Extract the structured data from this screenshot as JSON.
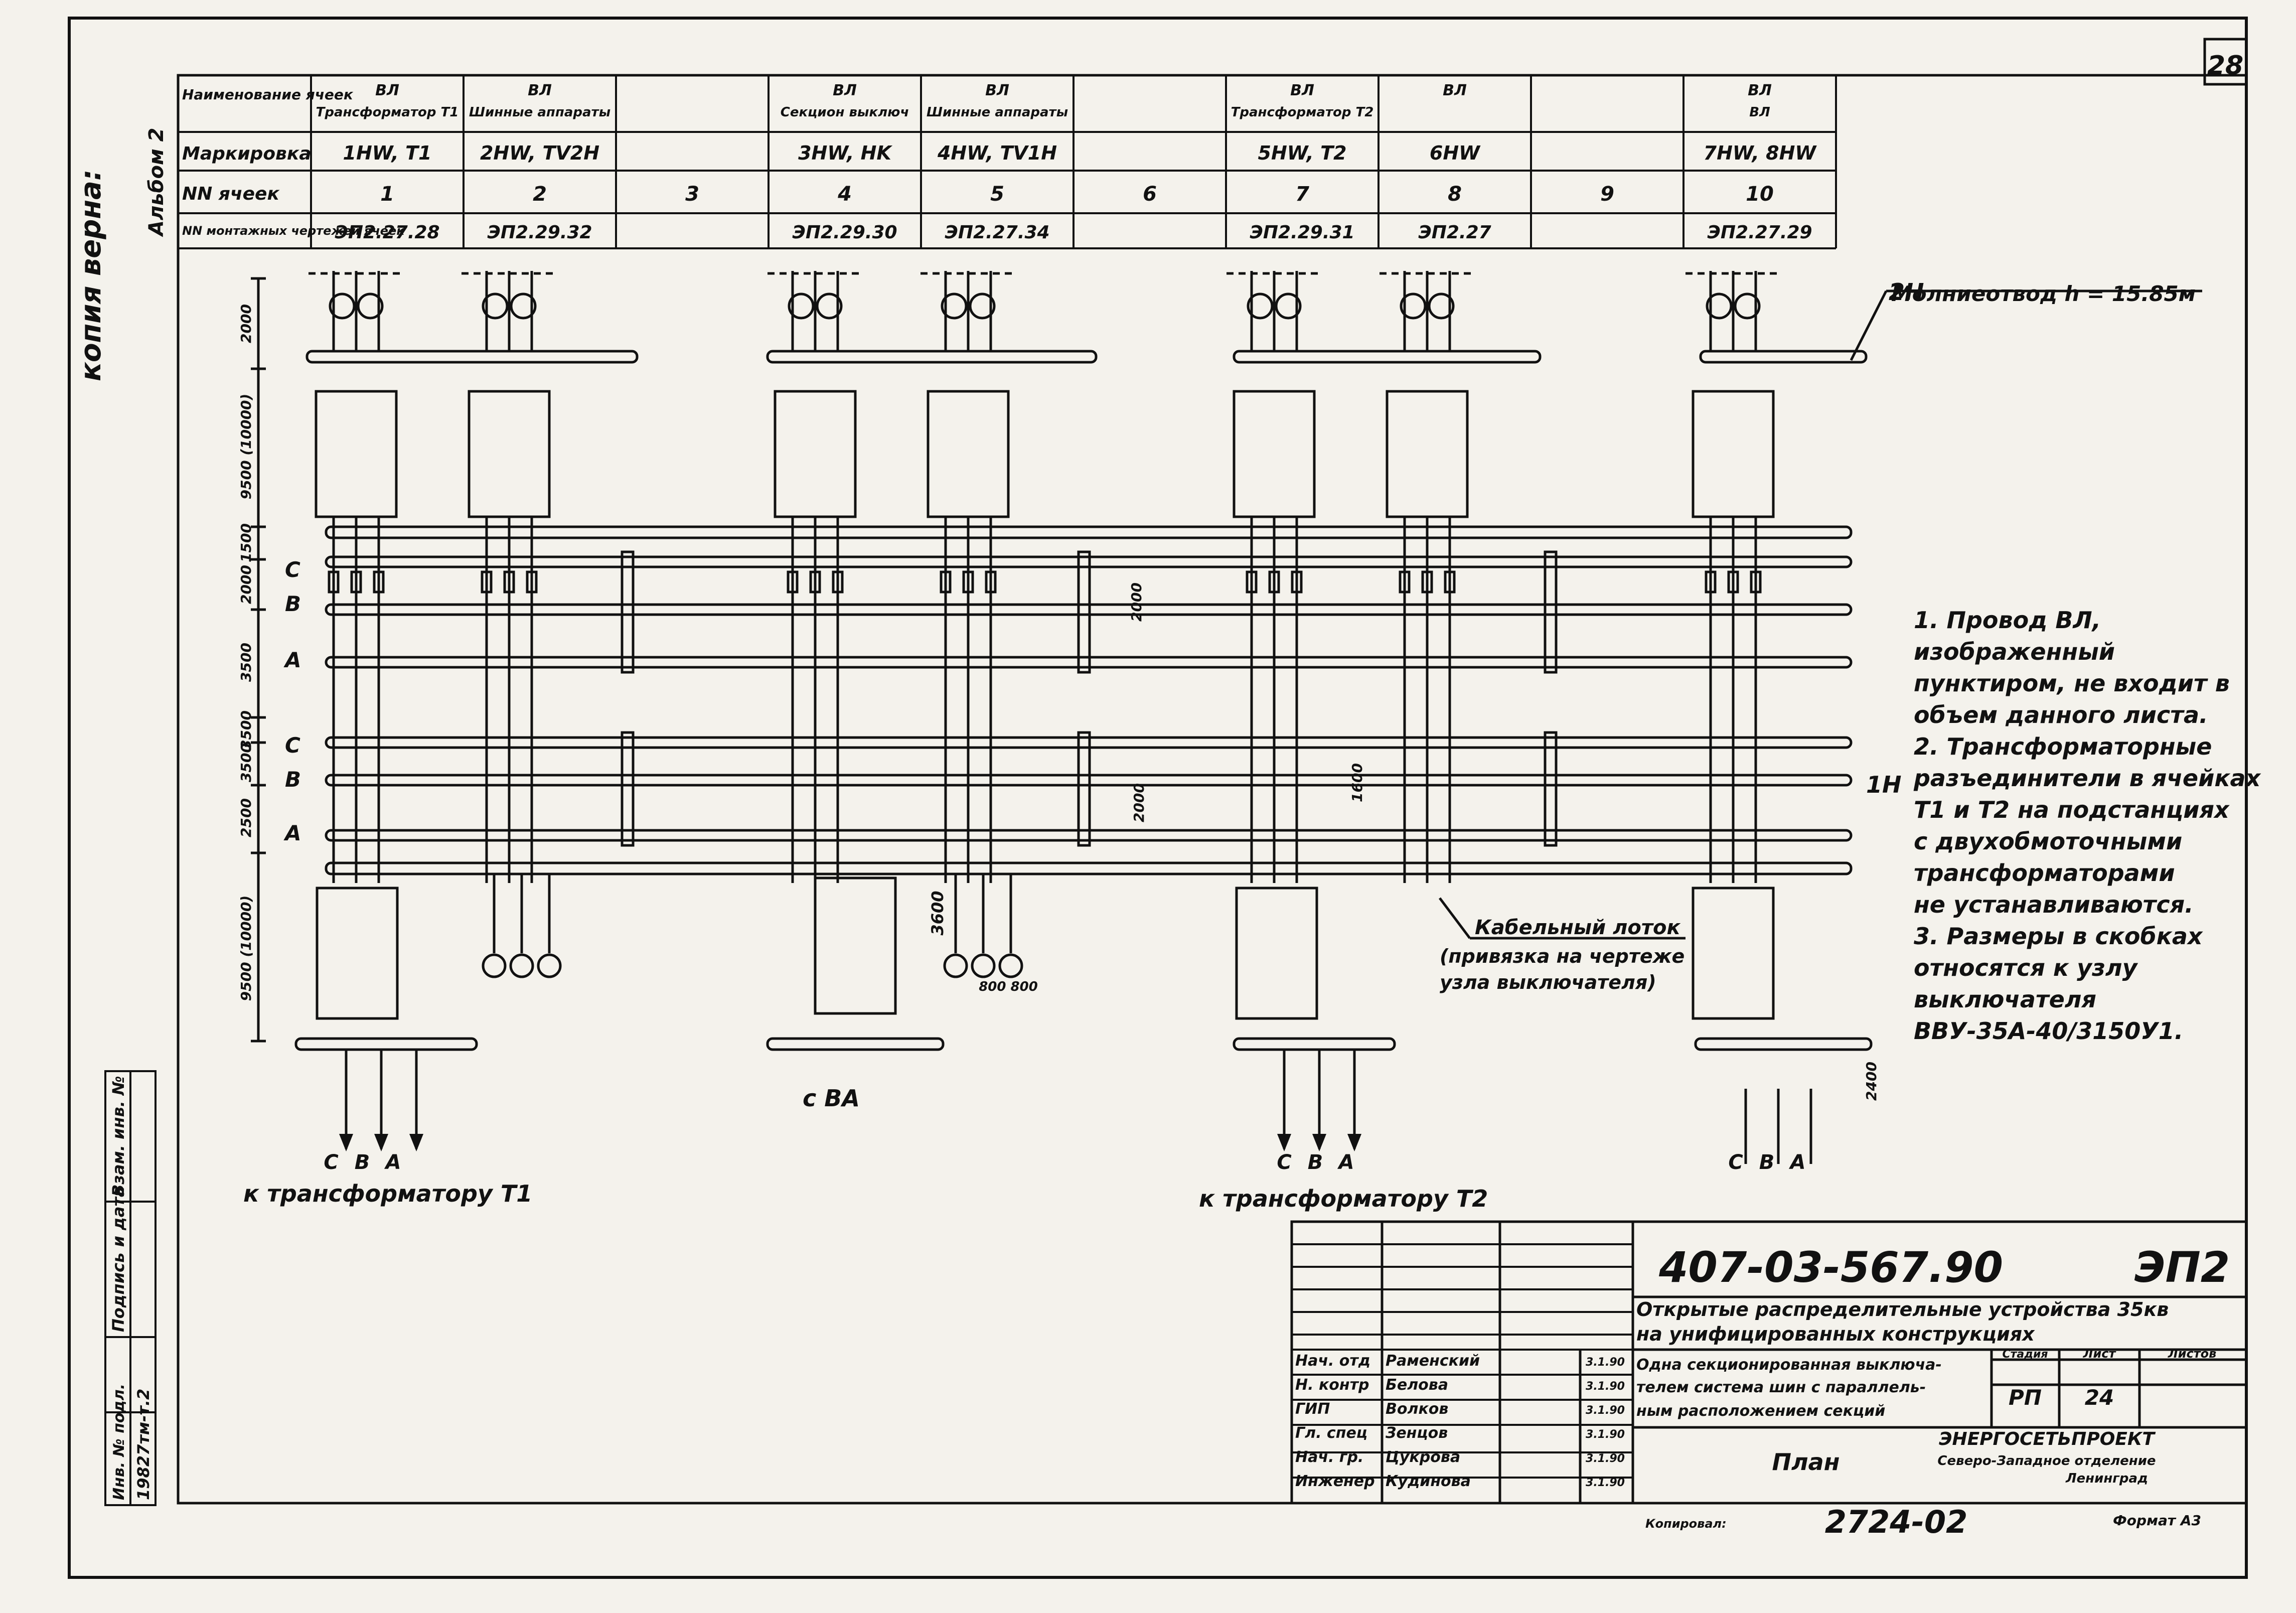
{
  "page_number": "28",
  "copy_stamp": "копия верна:",
  "album_label": "Альбом 2",
  "header_table": {
    "row_labels": [
      "Наименование ячеек",
      "Маркировка",
      "NN ячеек",
      "NN монтажных чертежей ячеек"
    ],
    "names_top": [
      "ВЛ",
      "ВЛ",
      "",
      "ВЛ",
      "ВЛ",
      "",
      "ВЛ",
      "ВЛ",
      "",
      "ВЛ"
    ],
    "names_sub": [
      "Трансформатор Т1",
      "Шинные аппараты",
      "",
      "Секцион выключ",
      "Шинные аппараты",
      "",
      "Трансформатор Т2",
      "",
      "",
      "ВЛ"
    ],
    "markings": [
      "1HW, T1",
      "2HW, TV2H",
      "",
      "3HW, HK",
      "4HW, TV1H",
      "",
      "5HW, T2",
      "6HW",
      "",
      "7HW, 8HW"
    ],
    "cell_numbers": [
      "1",
      "2",
      "3",
      "4",
      "5",
      "6",
      "7",
      "8",
      "9",
      "10"
    ],
    "drawings": [
      "ЭП2.27.28",
      "ЭП2.29.32",
      "",
      "ЭП2.29.30",
      "ЭП2.27.34",
      "",
      "ЭП2.29.31",
      "ЭП2.27",
      "",
      "ЭП2.27.29"
    ]
  },
  "diagram": {
    "dims": [
      "2000",
      "9500 (10000)",
      "1500",
      "2000",
      "3500",
      "3500",
      "3500",
      "2500",
      "9500 (10000)",
      "3600",
      "2000",
      "2000",
      "1600",
      "800 800",
      "2400"
    ],
    "bus_labels": {
      "c": "C",
      "b": "B",
      "a": "A",
      "upper": "2Н",
      "lower": "1Н"
    },
    "phase_labels": [
      "C",
      "B",
      "A"
    ],
    "lightning_rod": "Молниеотвод h = 15.85м",
    "cable_tray": "Кабельный лоток",
    "cable_tray_note": "(привязка на чертеже узла выключателя)",
    "from_va": "с ВА",
    "to_t1": "к трансформатору Т1",
    "to_t2": "к трансформатору Т2"
  },
  "notes": [
    "1. Провод ВЛ, изображенный",
    "пунктиром, не входит в",
    "объем данного листа.",
    "2. Трансформаторные",
    "разъединители в ячейках",
    "Т1 и Т2 на подстанциях",
    "с двухобмоточными",
    "трансформаторами",
    "не устанавливаются.",
    "3. Размеры в скобках",
    "относятся к узлу",
    "выключателя",
    "ВВУ-35А-40/3150У1."
  ],
  "title_block": {
    "code": "407-03-567.90",
    "sheet_code": "ЭП2",
    "title_line1": "Открытые распределительные устройства 35кв",
    "title_line2": "на унифицированных конструкциях",
    "desc_line1": "Одна секционированная выключа-",
    "desc_line2": "телем система шин с параллель-",
    "desc_line3": "ным расположением секций",
    "sheet_name": "План",
    "stage_header": "Стадия",
    "sheet_header": "Лист",
    "sheets_header": "Листов",
    "stage": "РП",
    "sheet": "24",
    "org_line1": "ЭНЕРГОСЕТЬПРОЕКТ",
    "org_line2": "Северо-Западное отделение",
    "org_line3": "Ленинград",
    "copied": "Копировал:",
    "inv_number": "2724-02",
    "format": "Формат А3",
    "staff": [
      {
        "role": "Нач. отд",
        "name": "Раменский",
        "date": "3.1.90"
      },
      {
        "role": "Н. контр",
        "name": "Белова",
        "date": "3.1.90"
      },
      {
        "role": "ГИП",
        "name": "Волков",
        "date": "3.1.90"
      },
      {
        "role": "Гл. спец",
        "name": "Зенцов",
        "date": "3.1.90"
      },
      {
        "role": "Нач. гр.",
        "name": "Цукрова",
        "date": "3.1.90"
      },
      {
        "role": "Инженер",
        "name": "Кудинова",
        "date": "3.1.90"
      }
    ]
  },
  "side_stamp": {
    "inv_podl": "Инв. № подл.",
    "podpis": "Подпись и дата",
    "vzam": "Взам. инв. №",
    "inv_value": "19827тм-т.2"
  }
}
